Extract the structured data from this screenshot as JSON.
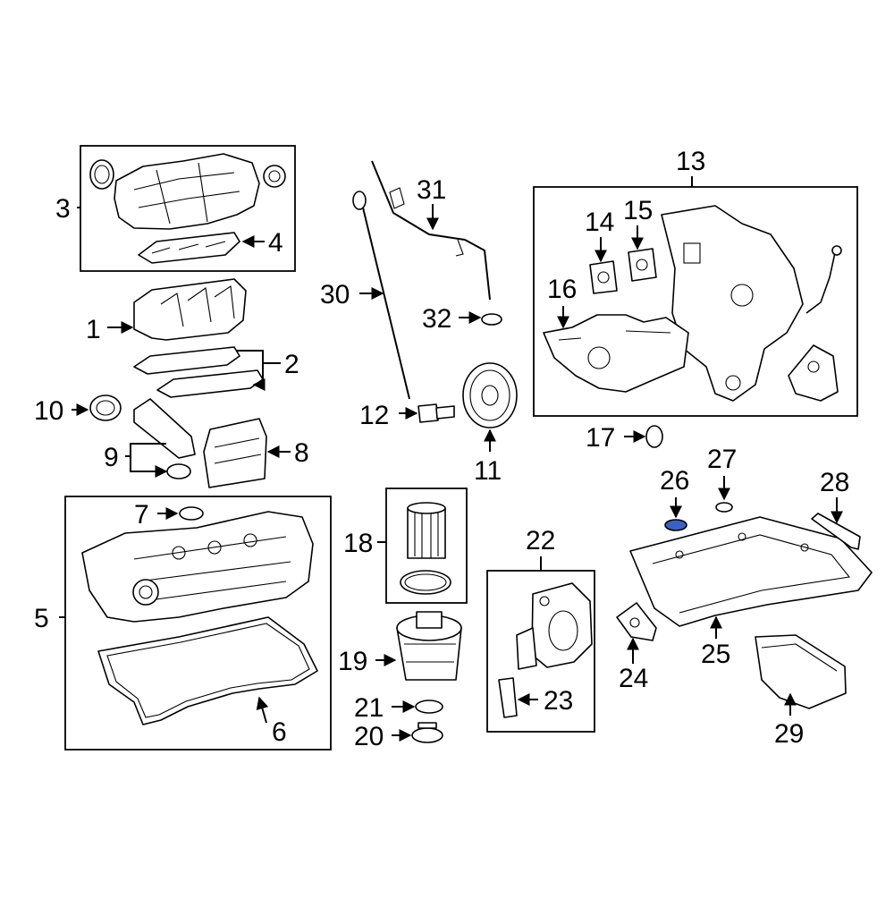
{
  "callouts": {
    "c1": "1",
    "c2": "2",
    "c3": "3",
    "c4": "4",
    "c5": "5",
    "c6": "6",
    "c7": "7",
    "c8": "8",
    "c9": "9",
    "c10": "10",
    "c11": "11",
    "c12": "12",
    "c13": "13",
    "c14": "14",
    "c15": "15",
    "c16": "16",
    "c17": "17",
    "c18": "18",
    "c19": "19",
    "c20": "20",
    "c21": "21",
    "c22": "22",
    "c23": "23",
    "c24": "24",
    "c25": "25",
    "c26": "26",
    "c27": "27",
    "c28": "28",
    "c29": "29",
    "c30": "30",
    "c31": "31",
    "c32": "32"
  },
  "colors": {
    "line": "#000000",
    "background": "#ffffff",
    "highlight": "#3a62c4"
  },
  "highlighted_part": "26"
}
